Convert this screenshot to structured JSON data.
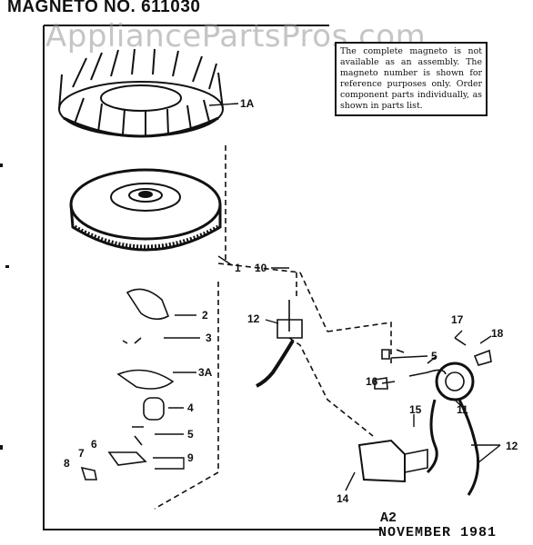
{
  "header": {
    "title": "MAGNETO NO. 611030"
  },
  "watermark": "AppliancePartsPros.com",
  "note": "The complete magneto is not available as an assembly. The magneto number is shown for reference purposes only. Order component parts individually, as shown in parts list.",
  "callouts": [
    {
      "id": "1A",
      "text": "1A"
    },
    {
      "id": "1",
      "text": "1"
    },
    {
      "id": "10",
      "text": "10"
    },
    {
      "id": "12a",
      "text": "12"
    },
    {
      "id": "2",
      "text": "2"
    },
    {
      "id": "3",
      "text": "3"
    },
    {
      "id": "3A",
      "text": "3A"
    },
    {
      "id": "4",
      "text": "4"
    },
    {
      "id": "5a",
      "text": "5"
    },
    {
      "id": "9",
      "text": "9"
    },
    {
      "id": "6",
      "text": "6"
    },
    {
      "id": "7",
      "text": "7"
    },
    {
      "id": "8",
      "text": "8"
    },
    {
      "id": "17",
      "text": "17"
    },
    {
      "id": "18",
      "text": "18"
    },
    {
      "id": "5b",
      "text": "5"
    },
    {
      "id": "16",
      "text": "16"
    },
    {
      "id": "11",
      "text": "11"
    },
    {
      "id": "15",
      "text": "15"
    },
    {
      "id": "12b",
      "text": "12"
    },
    {
      "id": "14",
      "text": "14"
    }
  ],
  "footer": {
    "code": "A2",
    "date": "NOVEMBER 1981"
  }
}
